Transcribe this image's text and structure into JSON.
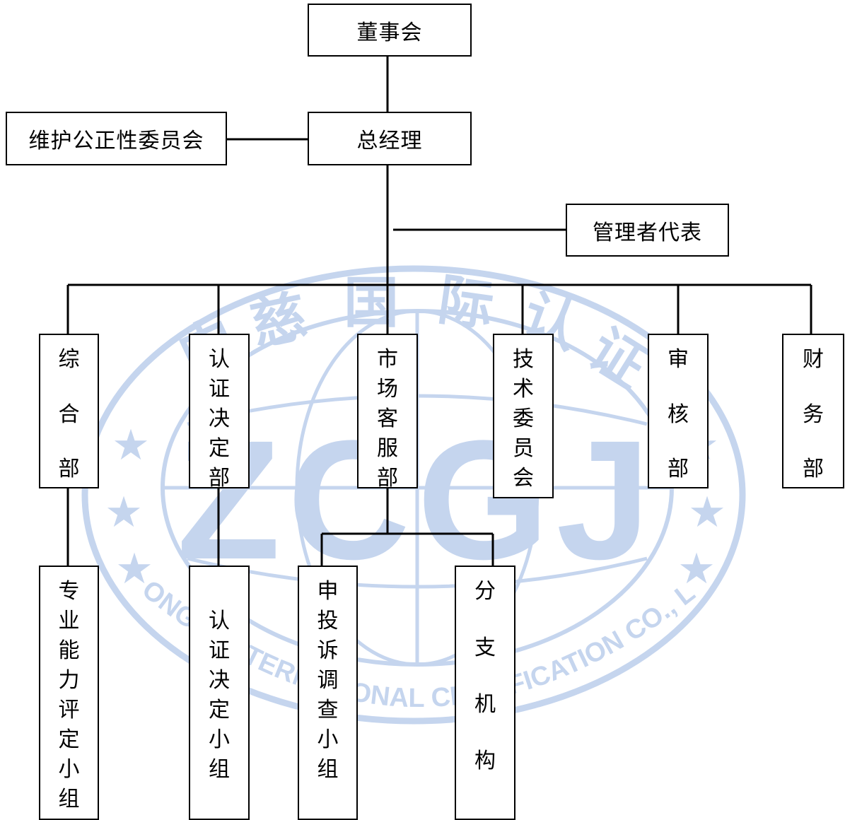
{
  "watermark": {
    "color": "#c5d5ee",
    "arc_text": "中慈国际认证",
    "logo_letters": "ZCGJ",
    "english_text": "ZHONGCI INTERNATIONAL CERTIFICATION CO., LTD.",
    "star_glyph": "★"
  },
  "nodes": {
    "board": "董事会",
    "gm": "总经理",
    "impartiality": "维护公正性委员会",
    "mgmt_rep": "管理者代表",
    "general_dept": "综合部",
    "cert_decision_dept": "认证决定部",
    "market_service_dept": "市场客服部",
    "tech_committee": "技术委员会",
    "audit_dept": "审核部",
    "finance_dept": "财务部",
    "competence_group": "专业能力评定小组",
    "cert_decision_group": "认证决定小组",
    "complaint_group": "申投诉调查小组",
    "branches": "分支机构"
  }
}
